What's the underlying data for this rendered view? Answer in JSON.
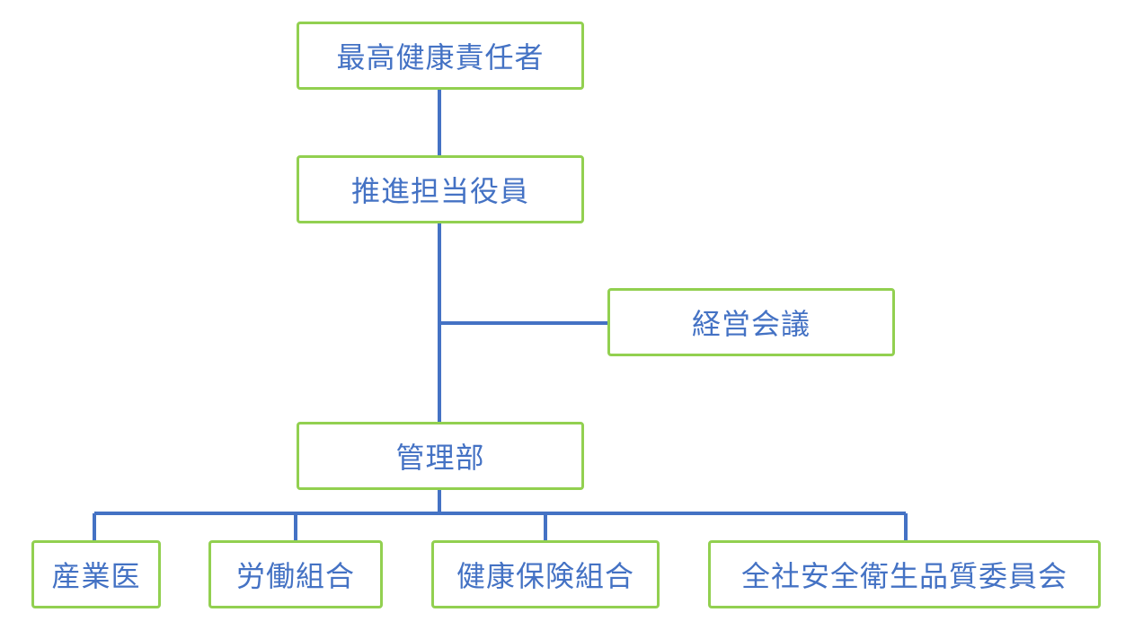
{
  "diagram": {
    "type": "org-chart",
    "colors": {
      "line": "#4472c4",
      "text": "#4472c4",
      "border": "#92d050",
      "background": "#ffffff"
    },
    "nodes": {
      "ceo": "最高健康責任者",
      "exec": "推進担当役員",
      "board": "経営会議",
      "admin": "管理部",
      "doctor": "産業医",
      "union": "労働組合",
      "insurance": "健康保険組合",
      "committee": "全社安全衛生品質委員会"
    },
    "edges": [
      [
        "ceo",
        "exec"
      ],
      [
        "exec",
        "admin"
      ],
      [
        "exec",
        "board"
      ],
      [
        "admin",
        "doctor"
      ],
      [
        "admin",
        "union"
      ],
      [
        "admin",
        "insurance"
      ],
      [
        "admin",
        "committee"
      ]
    ]
  }
}
